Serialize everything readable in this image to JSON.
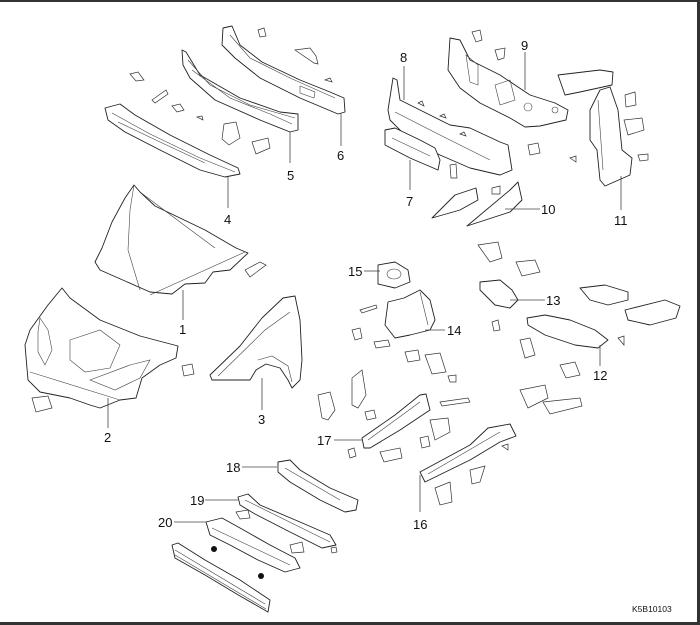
{
  "diagram": {
    "title": "Front body panels exploded view",
    "reference_code": "K5B10103",
    "callouts": [
      {
        "id": 1,
        "label": "1",
        "part": "hood-outer-panel"
      },
      {
        "id": 2,
        "label": "2",
        "part": "hood-inner-panel"
      },
      {
        "id": 3,
        "label": "3",
        "part": "front-fender"
      },
      {
        "id": 4,
        "label": "4",
        "part": "cowl-panel-lower"
      },
      {
        "id": 5,
        "label": "5",
        "part": "cowl-panel-upper"
      },
      {
        "id": 6,
        "label": "6",
        "part": "cowl-top-panel"
      },
      {
        "id": 7,
        "label": "7",
        "part": "dash-cross-member"
      },
      {
        "id": 8,
        "label": "8",
        "part": "dash-lower-panel"
      },
      {
        "id": 9,
        "label": "9",
        "part": "dash-panel"
      },
      {
        "id": 10,
        "label": "10",
        "part": "dash-side-bracket"
      },
      {
        "id": 11,
        "label": "11",
        "part": "front-pillar"
      },
      {
        "id": 12,
        "label": "12",
        "part": "front-floor-side-member"
      },
      {
        "id": 13,
        "label": "13",
        "part": "floor-bracket"
      },
      {
        "id": 14,
        "label": "14",
        "part": "wheel-house-panel"
      },
      {
        "id": 15,
        "label": "15",
        "part": "strut-mount"
      },
      {
        "id": 16,
        "label": "16",
        "part": "front-side-member-right"
      },
      {
        "id": 17,
        "label": "17",
        "part": "front-side-member-left"
      },
      {
        "id": 18,
        "label": "18",
        "part": "radiator-support-upper"
      },
      {
        "id": 19,
        "label": "19",
        "part": "radiator-support-middle"
      },
      {
        "id": 20,
        "label": "20",
        "part": "radiator-support-lower"
      }
    ]
  }
}
